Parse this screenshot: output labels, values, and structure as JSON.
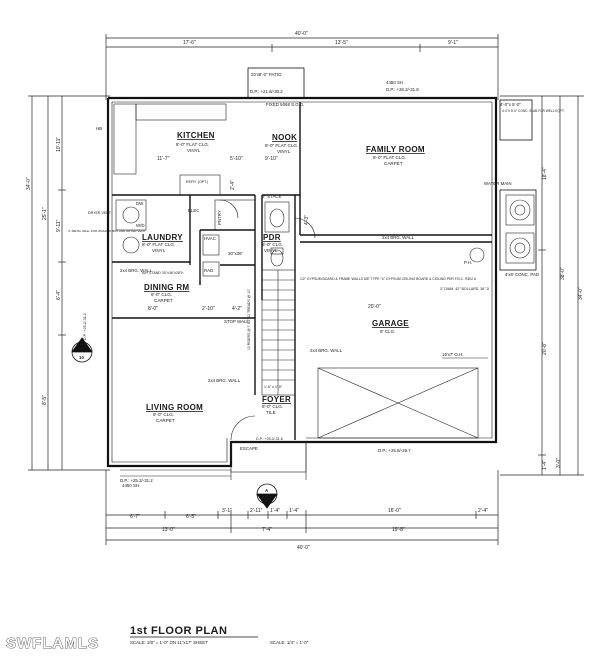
{
  "title": "1st FLOOR PLAN",
  "scale_left": "SCALE: 1/8\" = 1'-0\" ON 11\"x17\" SHEET",
  "scale_right": "SCALE: 1/4\" = 1'-0\"",
  "watermark": "SWFLAMLS",
  "rooms": {
    "kitchen": {
      "name": "KITCHEN",
      "l1": "8'-0\" FLAT CLG.",
      "l2": "VINYL"
    },
    "nook": {
      "name": "NOOK",
      "l1": "8'-0\" FLAT CLG.",
      "l2": "VINYL"
    },
    "family": {
      "name": "FAMILY ROOM",
      "l1": "8'-0\" FLAT CLG.",
      "l2": "CARPET"
    },
    "laundry": {
      "name": "LAUNDRY",
      "l1": "8'-0\" FLAT CLG.",
      "l2": "VINYL"
    },
    "pdr": {
      "name": "PDR",
      "l1": "8'-0\" CLG.",
      "l2": "VINYL"
    },
    "dining": {
      "name": "DINING RM",
      "l1": "8'-0\" CLG.",
      "l2": "CARPET"
    },
    "garage": {
      "name": "GARAGE",
      "l1": "8' CLG."
    },
    "living": {
      "name": "LIVING ROOM",
      "l1": "8'-0\" CLG.",
      "l2": "CARPET"
    },
    "foyer": {
      "name": "FOYER",
      "l1": "8'-0\" CLG.",
      "l2": "TILE"
    }
  },
  "dims": {
    "top_total": "40'-0\"",
    "top_a": "17'-6\"",
    "top_b": "13'-5\"",
    "top_c": "9'-1\"",
    "bottom_total": "40'-0\"",
    "bottom_a": "13'-0\"",
    "bottom_b": "7'-4\"",
    "bottom_c": "19'-8\"",
    "bottom_d1": "6'-7\"",
    "bottom_d2": "6'-5\"",
    "bottom_d3": "3'-1\"",
    "bottom_d4": "2'-11\"",
    "bottom_d5": "1'-4\"",
    "bottom_d6": "1'-4\"",
    "bottom_d7": "16'-0\"",
    "bottom_d8": "2'-4\"",
    "left_total": "34'-0\"",
    "left_a": "25'-1\"",
    "left_b": "10'-11\"",
    "left_c": "9'-11\"",
    "left_d": "6'-4\"",
    "left_e": "8'-5\"",
    "right_total": "34'-0\"",
    "right_a": "38'-0\"",
    "right_b": "18'-4\"",
    "right_c": "20'-8\"",
    "right_d": "1'-4\"",
    "right_e": "3'-0\"",
    "garage_w": "20'-0\"",
    "kitchen_w": "11'-7\"",
    "kitchen_w2": "5'-10\"",
    "nook_w": "9'-10\"",
    "dining_w": "8'-0\"",
    "dining_w2": "4'-2\"",
    "dining_w3": "2'-10\"",
    "pdr_h": "4'-3\"",
    "laundry_h": "2'-4\""
  },
  "notes": {
    "patio": "20'x8'-0\" PATIO",
    "patio_dp": "D.P.: +21.8/-30.2",
    "fixed": "FIXED 5068 S.G.D.",
    "window_top": "4450 SH",
    "dp_top": "D.P.: +28.2/-31.8",
    "slab": "4'-0\"x 5'-0\" CONC. SLAB FOR WELL EQPT.",
    "water_main": "WATER MAIN",
    "pad": "4'x8' CONC. PAD",
    "bollard": "3\" DIAM. 42\" BOLLARD, 36\" D",
    "gypsum": "1/2\" GYPSUM BOARD & FRAME WALLS 5/8\" TYPE \"X\" GYPSUM CEILING BOARD & CEILING PER F.B.C. R302.6",
    "brg_wall_1": "2x4 BRG. WALL",
    "brg_wall_2": "2x4 BRG. WALL",
    "brg_wall_3": "2x4 BRG. WALL",
    "brg_wall_4": "2x4 BRG. WALL",
    "stop_wall": "STOP WALL",
    "ah_stand": "A/H STAND 30\"x36\"x28\"h",
    "dryer": "DRYER VENT",
    "metal_wall": "4\" METAL WALL FOR WASHER BOX AND DRYER VENT",
    "risers": "13 RISERS @ 7 1/2\" 12 TREADS @ 10\"",
    "gar_window": "16'x7' O.H.",
    "gar_dp": "D.P.: +25.8/-29.7",
    "foyer_dp": "D.P.: +25.2/-31.6",
    "escape": "ESCAPE",
    "entry_win": "4450 SH",
    "entry_dp": "D.P.: +25.2/-31.2",
    "left_dp": "D.P.: +25.2/-31.2",
    "stack": "3\" STACK",
    "dw": "DW",
    "refr": "REFR. (OPT.)",
    "wd": "W/D",
    "hvac": "HVAC",
    "rad": "RAD",
    "pantry": "PNTRY",
    "ph": "P.H.",
    "hb": "HB",
    "elec": "ELEC",
    "fridge_space": "30\"x36\"",
    "foyer_dims": "1'-6\" x 1'-5\""
  },
  "section_markers": [
    {
      "letter": "A",
      "sheet": "10"
    },
    {
      "letter": "A",
      "sheet": "10"
    }
  ]
}
